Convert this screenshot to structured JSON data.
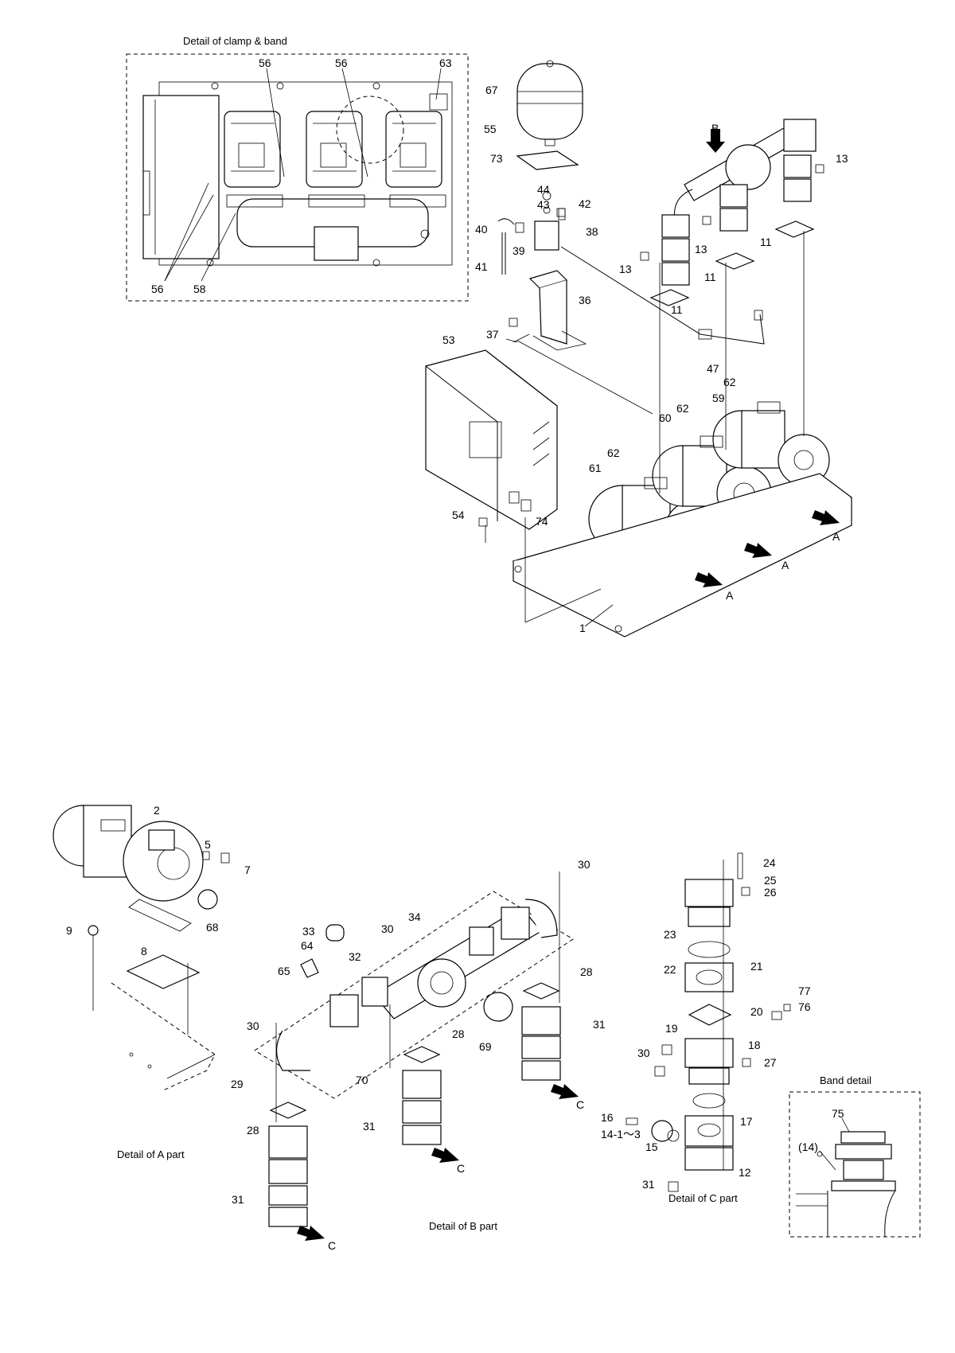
{
  "captions": {
    "clamp_band": "Detail of clamp & band",
    "a_part": "Detail of A part",
    "b_part": "Detail of B part",
    "c_part": "Detail of C part",
    "band": "Band detail"
  },
  "view_letters": {
    "a": "A",
    "b": "B",
    "c": "C"
  },
  "callouts": {
    "c1": "1",
    "c2": "2",
    "c5": "5",
    "c7": "7",
    "c8": "8",
    "c9": "9",
    "c11": "11",
    "c12": "12",
    "c13": "13",
    "c14_1_3": "14-1～3",
    "c14p": "(14)",
    "c15": "15",
    "c16": "16",
    "c17": "17",
    "c18": "18",
    "c19": "19",
    "c20": "20",
    "c21": "21",
    "c22": "22",
    "c23": "23",
    "c24": "24",
    "c25": "25",
    "c26": "26",
    "c27": "27",
    "c28": "28",
    "c29": "29",
    "c30": "30",
    "c31": "31",
    "c32": "32",
    "c33": "33",
    "c34": "34",
    "c36": "36",
    "c37": "37",
    "c38": "38",
    "c39": "39",
    "c40": "40",
    "c41": "41",
    "c42": "42",
    "c43": "43",
    "c44": "44",
    "c47": "47",
    "c53": "53",
    "c54": "54",
    "c55": "55",
    "c56": "56",
    "c58": "58",
    "c59": "59",
    "c60": "60",
    "c61": "61",
    "c62": "62",
    "c63": "63",
    "c64": "64",
    "c65": "65",
    "c67": "67",
    "c68": "68",
    "c69": "69",
    "c70": "70",
    "c73": "73",
    "c74": "74",
    "c75": "75",
    "c76": "76",
    "c77": "77"
  }
}
